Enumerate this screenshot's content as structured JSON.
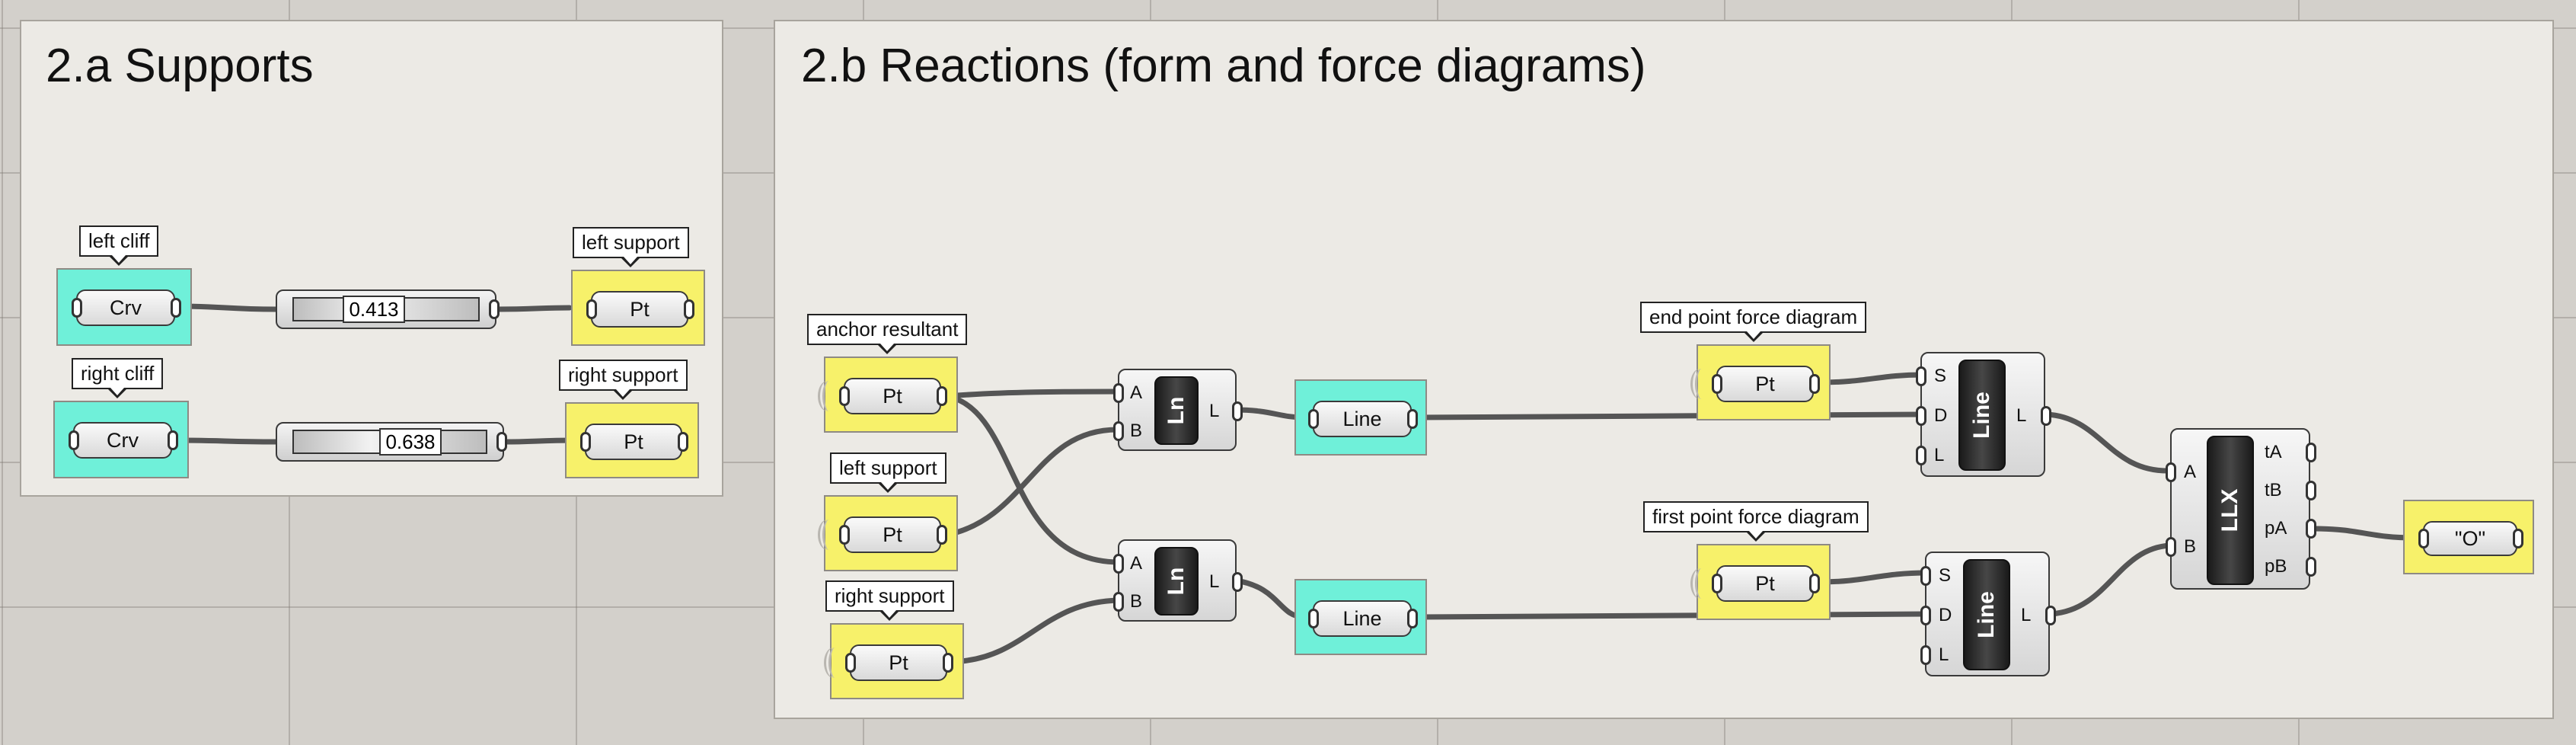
{
  "groups": {
    "supports": {
      "title": "2.a Supports"
    },
    "reactions": {
      "title": "2.b Reactions (form and force diagrams)"
    }
  },
  "supports": {
    "left_cliff": {
      "label": "left cliff",
      "param": "Crv"
    },
    "right_cliff": {
      "label": "right cliff",
      "param": "Crv"
    },
    "slider_left": {
      "value": "0.413",
      "fraction": 0.413
    },
    "slider_right": {
      "value": "0.638",
      "fraction": 0.638
    },
    "left_support": {
      "label": "left support",
      "param": "Pt"
    },
    "right_support": {
      "label": "right support",
      "param": "Pt"
    }
  },
  "reactions": {
    "anchor_resultant": {
      "label": "anchor resultant",
      "param": "Pt"
    },
    "left_support": {
      "label": "left support",
      "param": "Pt"
    },
    "right_support": {
      "label": "right support",
      "param": "Pt"
    },
    "ln_top": {
      "name": "Ln",
      "inputs": [
        "A",
        "B"
      ],
      "outputs": [
        "L"
      ]
    },
    "ln_bottom": {
      "name": "Ln",
      "inputs": [
        "A",
        "B"
      ],
      "outputs": [
        "L"
      ]
    },
    "line_param_top": {
      "param": "Line"
    },
    "line_param_bottom": {
      "param": "Line"
    },
    "end_point": {
      "label": "end point force diagram",
      "param": "Pt"
    },
    "first_point": {
      "label": "first point force diagram",
      "param": "Pt"
    },
    "line_sdl_top": {
      "name": "Line",
      "inputs": [
        "S",
        "D",
        "L"
      ],
      "outputs": [
        "L"
      ]
    },
    "line_sdl_bottom": {
      "name": "Line",
      "inputs": [
        "S",
        "D",
        "L"
      ],
      "outputs": [
        "L"
      ]
    },
    "llx": {
      "name": "LLX",
      "inputs": [
        "A",
        "B"
      ],
      "outputs": [
        "tA",
        "tB",
        "pA",
        "pB"
      ]
    },
    "panel": {
      "text": "\"O\""
    }
  },
  "colors": {
    "param_yellow": "#f7f16a",
    "param_cyan": "#6ff0d9",
    "wire": "#555555",
    "group_bg": "#eceae5",
    "canvas": "#d3d0cb"
  }
}
